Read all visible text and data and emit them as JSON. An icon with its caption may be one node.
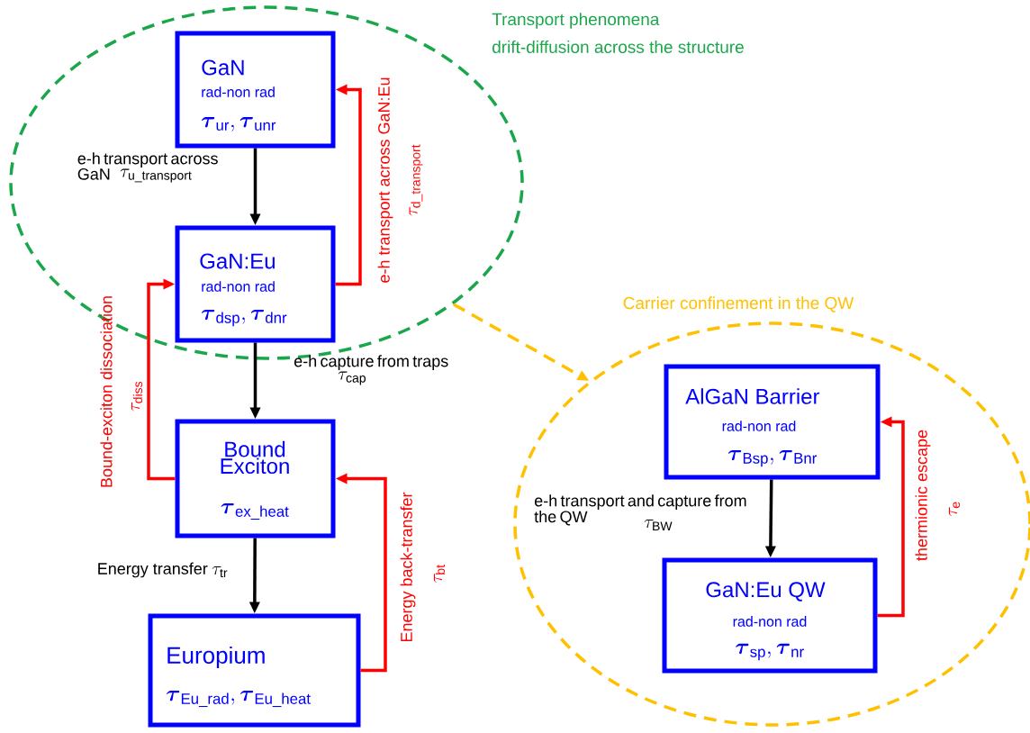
{
  "diagram": {
    "nodes": [
      {
        "text": [
          "Transport phenomena",
          "drift-diffusion across the structure"
        ]
      },
      {
        "text": [
          "GaN",
          "rad-non rad",
          "\\boldsymbol{\\tau}_{\\mathbf{\\mathsf{ur}}},\\boldsymbol{\\tau}_{\\mathbf{\\mathsf{unr}}}"
        ],
        "in": 0
      },
      {
        "text": [
          "GaN:Eu",
          "rad-non rad",
          "\\boldsymbol{\\tau}_{\\mathbf{\\mathsf{dsp}}},\\boldsymbol{\\tau}_{\\mathbf{\\mathsf{dnr}}}"
        ],
        "in": 0
      },
      {
        "text": [
          "Bound Exciton",
          "\\boldsymbol{\\tau}_{\\mathbf{\\mathsf{ex\\_heat}}}"
        ]
      },
      {
        "text": [
          "Europium",
          "\\boldsymbol{\\tau}_{\\mathbf{\\mathsf{Eu\\_rad}}},\\boldsymbol{\\tau}_{\\mathbf{\\mathsf{Eu\\_heat}}}"
        ]
      },
      {
        "text": [
          "Carrier confinement in the QW"
        ]
      },
      {
        "text": [
          "AlGaN Barrier",
          "rad-non rad",
          "\\boldsymbol{\\tau}_{\\mathbf{\\mathsf{Bsp}}},\\boldsymbol{\\tau}_{\\mathbf{\\mathsf{Bnr}}}"
        ],
        "in": 5
      },
      {
        "text": [
          "GaN:Eu QW",
          "rad-non rad",
          "\\boldsymbol{\\tau}_{\\mathbf{\\mathsf{sp}}},\\boldsymbol{\\tau}_{\\mathbf{\\mathsf{nr}}}"
        ],
        "in": 5
      }
    ],
    "edges": [
      {
        "from": 1,
        "to": 2,
        "arrow": "to",
        "label": "e-h transport across GaN"
      },
      {
        "from": 2,
        "to": 1,
        "arrow": "to",
        "color": "#ff0000",
        "label": "e-h transport across GaN:Eu"
      },
      {
        "from": 2,
        "to": 3,
        "arrow": "to",
        "label": "e-h capture from traps"
      },
      {
        "from": 3,
        "to": 2,
        "arrow": "to",
        "color": "#ff0000",
        "label": "Bound-exciton dissociation"
      },
      {
        "from": 3,
        "to": 4,
        "arrow": "to",
        "label": "Energy transfer"
      },
      {
        "from": 4,
        "to": 3,
        "arrow": "to",
        "color": "#ff0000",
        "label": "Energy back-transfer"
      },
      {
        "from": 0,
        "to": 5,
        "arrow": "to",
        "style": "dashed",
        "color": "#ffc000"
      },
      {
        "from": 6,
        "to": 7,
        "arrow": "to",
        "label": "e-h transport and capture from the QW"
      },
      {
        "from": 7,
        "to": 6,
        "arrow": "to",
        "color": "#ff0000",
        "label": "thermionic escape"
      }
    ],
    "labels": [
      "\\tau_{\\mathsf{u\\_transport}}",
      "\\tau_{\\mathsf{d\\_transport}}",
      "\\tau_{\\mathsf{cap}}",
      "\\tau_{\\mathsf{diss}}",
      "\\tau_{\\mathsf{tr}}",
      "\\tau_{\\mathsf{bt}}",
      "\\tau_{\\mathsf{BW}}",
      "\\tau_{\\mathsf{e}}"
    ]
  }
}
